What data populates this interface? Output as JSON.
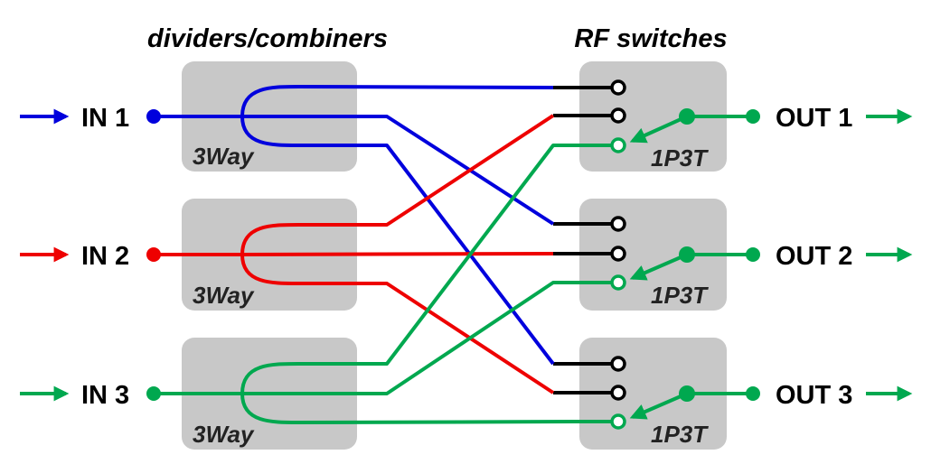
{
  "headers": {
    "dividers": "dividers/combiners",
    "switches": "RF switches"
  },
  "inputs": [
    {
      "label": "IN 1",
      "color": "#0000dd"
    },
    {
      "label": "IN 2",
      "color": "#ee0000"
    },
    {
      "label": "IN 3",
      "color": "#00a84f"
    }
  ],
  "outputs": [
    {
      "label": "OUT 1"
    },
    {
      "label": "OUT 2"
    },
    {
      "label": "OUT 3"
    }
  ],
  "divider_label": "3Way",
  "switch_label": "1P3T",
  "colors": {
    "blue": "#0000dd",
    "red": "#ee0000",
    "green": "#00a84f",
    "box": "#c8c8c8",
    "switch_stub": "#000000"
  },
  "routing": {
    "IN 1": [
      "OUT 1 port 1",
      "OUT 2 port 1",
      "OUT 3 port 1"
    ],
    "IN 2": [
      "OUT 1 port 2",
      "OUT 2 port 2",
      "OUT 3 port 2"
    ],
    "IN 3": [
      "OUT 1 port 3",
      "OUT 2 port 3",
      "OUT 3 port 3"
    ]
  },
  "switch_positions": [
    "port 3",
    "port 3",
    "port 3"
  ]
}
